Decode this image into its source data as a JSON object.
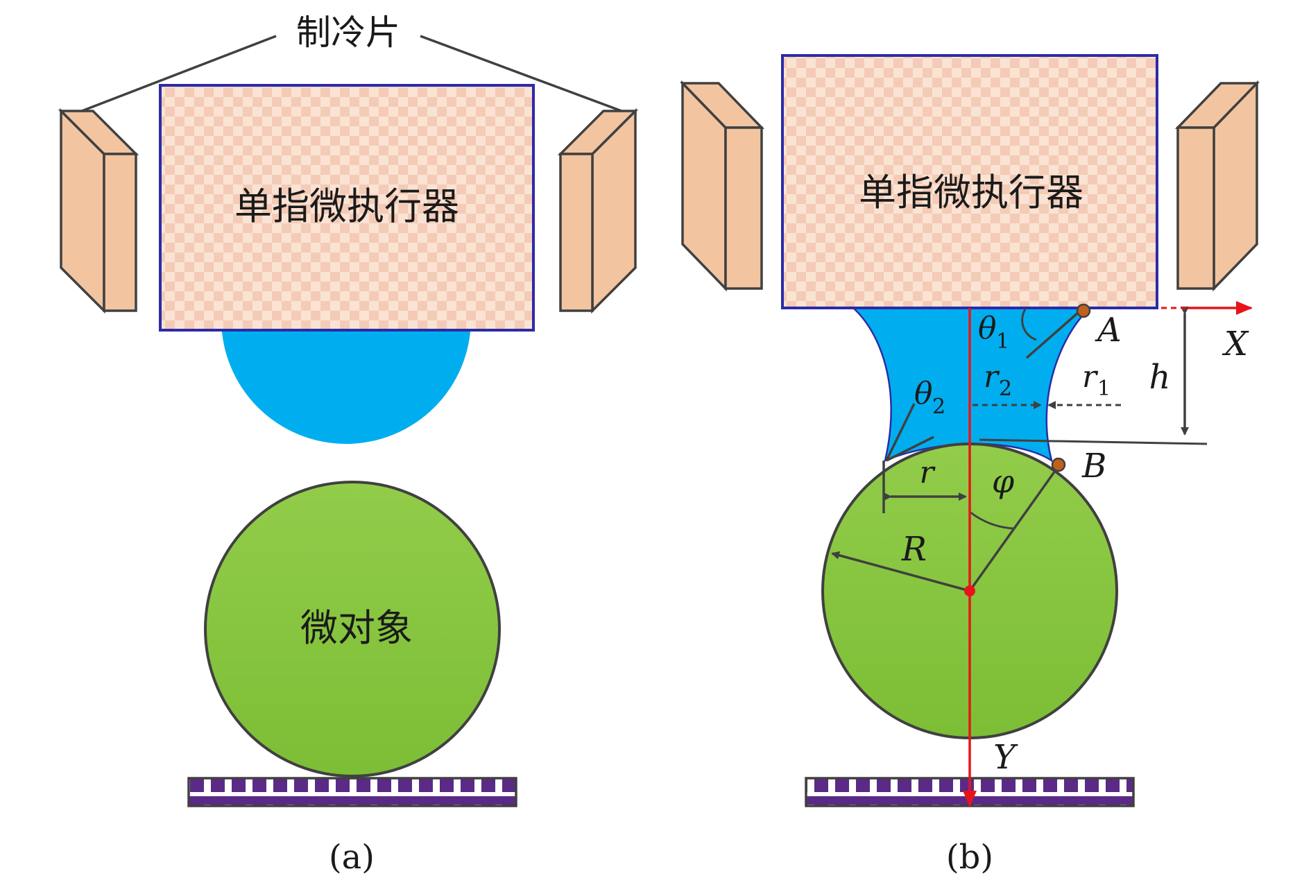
{
  "cooling_label": "制冷片",
  "panel_a": {
    "actuator_label": "单指微执行器",
    "object_label": "微对象",
    "caption": "(a)"
  },
  "panel_b": {
    "actuator_label": "单指微执行器",
    "caption": "(b)",
    "labels": {
      "theta1": "θ",
      "theta1_sub": "1",
      "theta2": "θ",
      "theta2_sub": "2",
      "r2": "r",
      "r2_sub": "2",
      "r1": "r",
      "r1_sub": "1",
      "r": "r",
      "R": "R",
      "phi": "φ",
      "h": "h",
      "A": "A",
      "B": "B",
      "X": "X",
      "Y": "Y"
    }
  },
  "colors": {
    "block_fill": "#F2C4A0",
    "block_stroke": "#404040",
    "actuator_border": "#2B2BA8",
    "checker_a": "#FBE3D4",
    "checker_b": "#F3CBB6",
    "liquid": "#00AEEF",
    "sphere": "#8CC63F",
    "substrate_fill": "#5B2A86",
    "axis": "#E8141B",
    "point": "#C0601A"
  }
}
